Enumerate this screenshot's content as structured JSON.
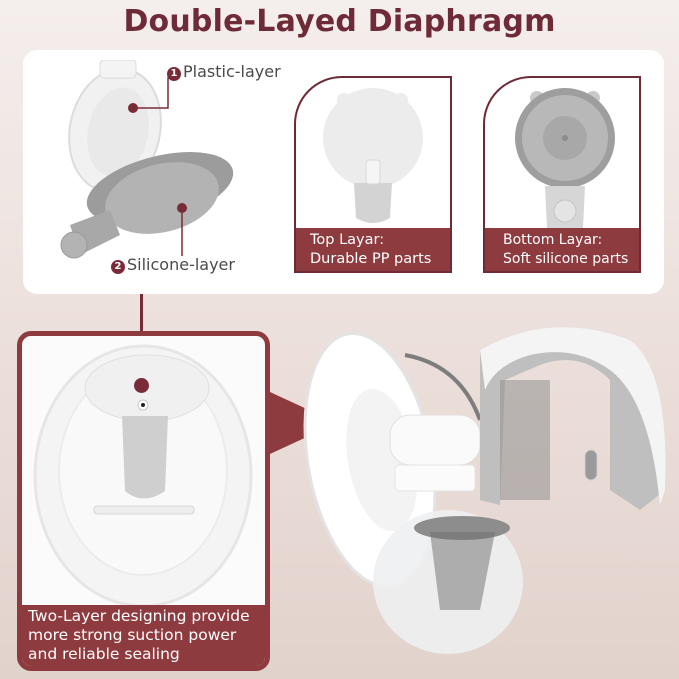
{
  "title": "Double-Layed Diaphragm",
  "top_card": {
    "labels": {
      "plastic": {
        "number": "1",
        "text": "Plastic-layer"
      },
      "silicone": {
        "number": "2",
        "text": "Silicone-layer"
      }
    },
    "panels": [
      {
        "caption_line1": "Top Layar:",
        "caption_line2": "Durable PP parts"
      },
      {
        "caption_line1": "Bottom Layar:",
        "caption_line2": "Soft silicone parts"
      }
    ]
  },
  "flange_panel": {
    "caption_line1": "Two-Layer designing provide",
    "caption_line2": "more strong suction power",
    "caption_line3": "and reliable sealing"
  },
  "colors": {
    "accent": "#8e3b40",
    "title": "#6e2a37",
    "background": "#ede1dd"
  }
}
